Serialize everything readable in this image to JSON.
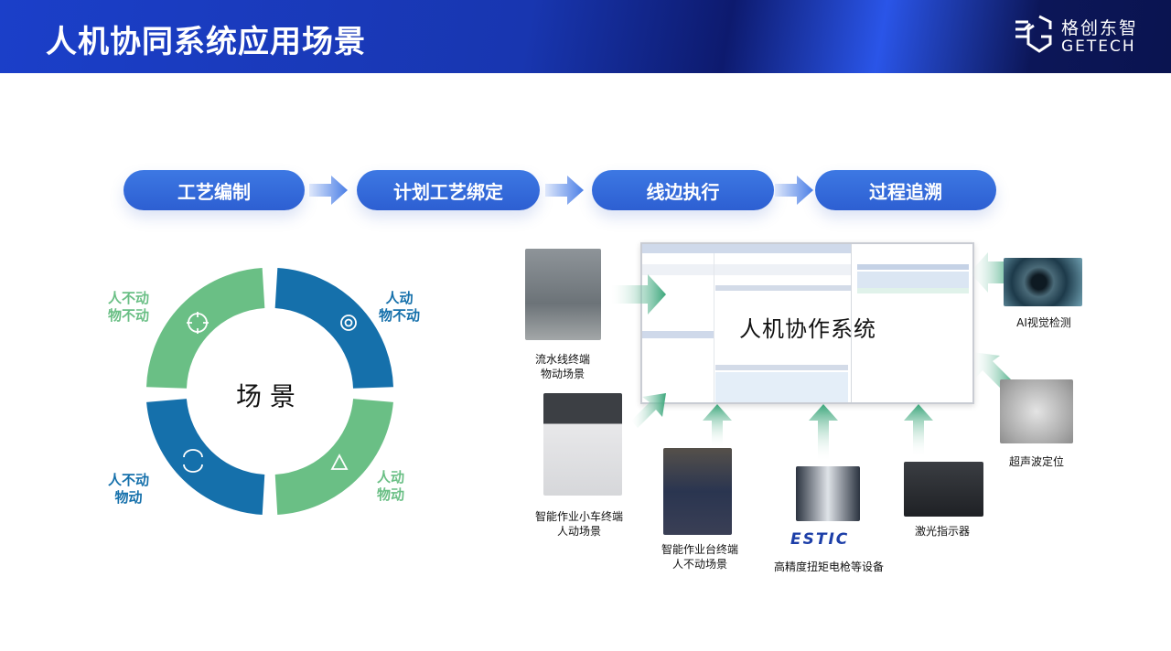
{
  "header": {
    "title": "人机协同系统应用场景",
    "logo_cn": "格创东智",
    "logo_en": "GETECH"
  },
  "flow": {
    "steps": [
      "工艺编制",
      "计划工艺绑定",
      "线边执行",
      "过程追溯"
    ]
  },
  "ring": {
    "center": "场 景",
    "segments": [
      {
        "line1": "人动",
        "line2": "物不动",
        "icon": "gear-icon",
        "color": "#1570ab"
      },
      {
        "line1": "人动",
        "line2": "物动",
        "icon": "triangle-nodes-icon",
        "color": "#6abf85"
      },
      {
        "line1": "人不动",
        "line2": "物动",
        "icon": "cycle-icon",
        "color": "#1570ab"
      },
      {
        "line1": "人不动",
        "line2": "物不动",
        "icon": "target-icon",
        "color": "#6abf85"
      }
    ]
  },
  "system": {
    "title": "人机协作系统"
  },
  "devices": [
    {
      "line1": "流水线终端",
      "line2": "物动场景"
    },
    {
      "line1": "智能作业小车终端",
      "line2": "人动场景"
    },
    {
      "line1": "智能作业台终端",
      "line2": "人不动场景"
    },
    {
      "line1": "高精度扭矩电枪等设备",
      "brand": "ESTIC"
    },
    {
      "line1": "激光指示器"
    },
    {
      "line1": "超声波定位"
    },
    {
      "line1": "AI视觉检测"
    }
  ]
}
